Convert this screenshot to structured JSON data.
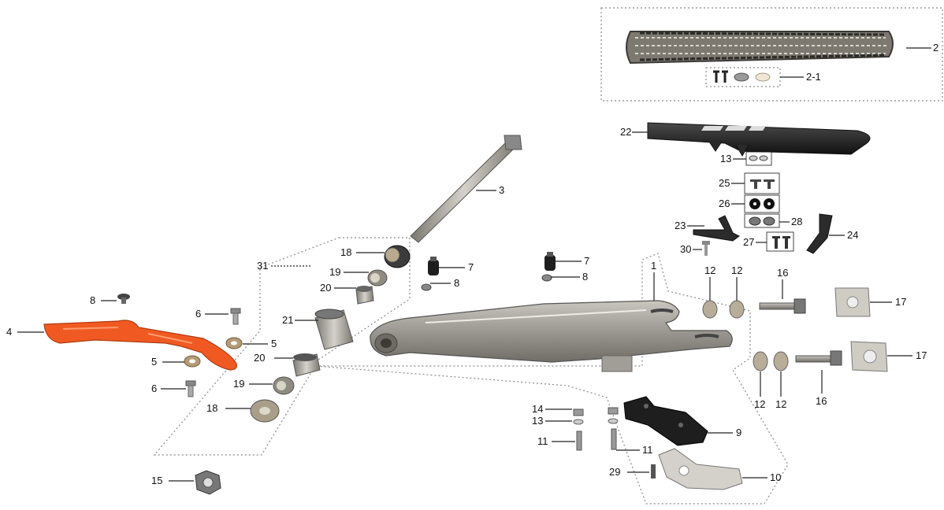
{
  "colors": {
    "background": "#ffffff",
    "metal": "#9a9890",
    "metal_dark": "#6f6d66",
    "black_part": "#1e1e1e",
    "orange_part": "#f05a22",
    "leader": "#222222",
    "dotted_group": "#8a8a8a"
  },
  "callouts": [
    {
      "id": "l2",
      "text": "2"
    },
    {
      "id": "l2_1",
      "text": "2-1"
    },
    {
      "id": "l22",
      "text": "22"
    },
    {
      "id": "l13a",
      "text": "13"
    },
    {
      "id": "l25",
      "text": "25"
    },
    {
      "id": "l26",
      "text": "26"
    },
    {
      "id": "l28",
      "text": "28"
    },
    {
      "id": "l23",
      "text": "23"
    },
    {
      "id": "l24",
      "text": "24"
    },
    {
      "id": "l27",
      "text": "27"
    },
    {
      "id": "l30",
      "text": "30"
    },
    {
      "id": "l3",
      "text": "3"
    },
    {
      "id": "l31",
      "text": "31"
    },
    {
      "id": "l18a",
      "text": "18"
    },
    {
      "id": "l7a",
      "text": "7"
    },
    {
      "id": "l7b",
      "text": "7"
    },
    {
      "id": "l8a",
      "text": "8"
    },
    {
      "id": "l8b",
      "text": "8"
    },
    {
      "id": "l19a",
      "text": "19"
    },
    {
      "id": "l20a",
      "text": "20"
    },
    {
      "id": "l1",
      "text": "1"
    },
    {
      "id": "l12a",
      "text": "12"
    },
    {
      "id": "l12b",
      "text": "12"
    },
    {
      "id": "l16a",
      "text": "16"
    },
    {
      "id": "l17a",
      "text": "17"
    },
    {
      "id": "l8c",
      "text": "8"
    },
    {
      "id": "l6a",
      "text": "6"
    },
    {
      "id": "l4",
      "text": "4"
    },
    {
      "id": "l21",
      "text": "21"
    },
    {
      "id": "l5a",
      "text": "5"
    },
    {
      "id": "l5b",
      "text": "5"
    },
    {
      "id": "l20b",
      "text": "20"
    },
    {
      "id": "l6b",
      "text": "6"
    },
    {
      "id": "l19b",
      "text": "19"
    },
    {
      "id": "l18b",
      "text": "18"
    },
    {
      "id": "l12c",
      "text": "12"
    },
    {
      "id": "l12d",
      "text": "12"
    },
    {
      "id": "l16b",
      "text": "16"
    },
    {
      "id": "l17b",
      "text": "17"
    },
    {
      "id": "l14",
      "text": "14"
    },
    {
      "id": "l13b",
      "text": "13"
    },
    {
      "id": "l9",
      "text": "9"
    },
    {
      "id": "l11a",
      "text": "11"
    },
    {
      "id": "l11b",
      "text": "11"
    },
    {
      "id": "l29",
      "text": "29"
    },
    {
      "id": "l10",
      "text": "10"
    },
    {
      "id": "l15",
      "text": "15"
    }
  ]
}
